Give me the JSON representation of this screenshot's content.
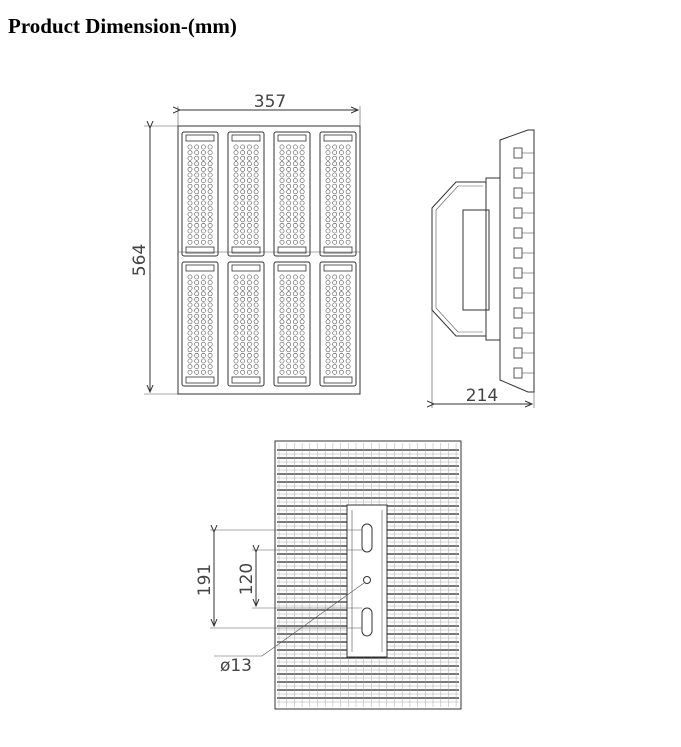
{
  "title": "Product Dimension-(mm)",
  "dimensions": {
    "front_width": "357",
    "front_height": "564",
    "side_depth": "214",
    "bracket_outer": "191",
    "bracket_inner": "120",
    "hole_diameter": "ø13"
  },
  "colors": {
    "line": "#333333",
    "fin_dark": "#2a2a2a",
    "fin_light": "#d8d8d8",
    "text": "#444444"
  }
}
